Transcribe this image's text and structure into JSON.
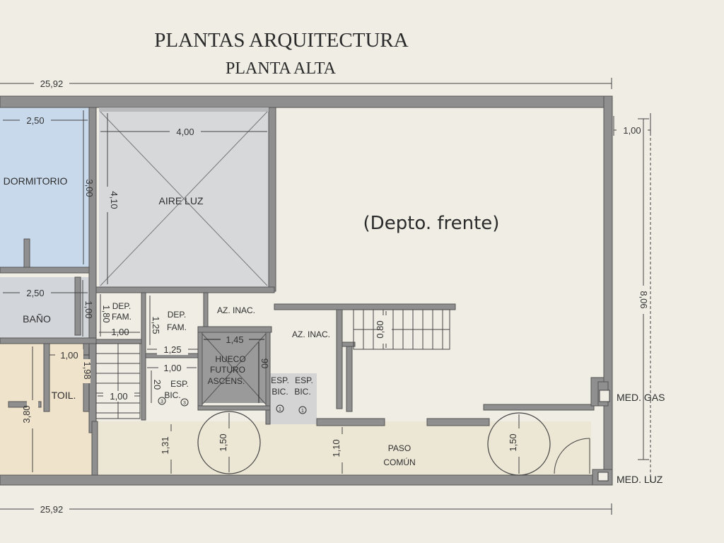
{
  "title": "PLANTAS ARQUITECTURA",
  "subtitle": "PLANTA ALTA",
  "dimensions": {
    "overall_top": "25,92",
    "overall_bottom": "25,92",
    "dorm_width": "2,50",
    "dorm_height": "3,00",
    "airluz_width": "4,00",
    "airluz_height": "4,10",
    "bano_width": "2,50",
    "bano_height": "1,00",
    "dep1_height": "1,80",
    "dep1_width": "1,00",
    "dep2_height": "1,25",
    "dep2_width": "1,25",
    "hueco_width": "1,45",
    "hueco_height": "90",
    "toil_width": "1,00",
    "toil_height": "1,98",
    "stair_width": "1,00",
    "esp_width": "1,00",
    "esp_height": "20",
    "left_height": "3,80",
    "corr_height": "1,31",
    "circle1": "1,50",
    "paso_height": "1,10",
    "circle2": "1,50",
    "stair2": "0,80",
    "right_width": "1,00",
    "right_height": "8,06"
  },
  "rooms": {
    "dormitorio": "DORMITORIO",
    "aire_luz": "AIRE   LUZ",
    "bano": "BAÑO",
    "dep1_line1": "DEP.",
    "dep1_line2": "FAM.",
    "dep2_line1": "DEP.",
    "dep2_line2": "FAM.",
    "az_inac_1": "AZ. INAC.",
    "az_inac_2": "AZ. INAC.",
    "hueco_line1": "HUECO",
    "hueco_line2": "FUTURO",
    "hueco_line3": "ASCENS.",
    "toil": "TOIL.",
    "esp_bic_1_line1": "ESP.",
    "esp_bic_1_line2": "BIC.",
    "esp_bic_2_line1": "ESP.",
    "esp_bic_2_line2": "BIC.",
    "esp_bic_3_line1": "ESP.",
    "esp_bic_3_line2": "BIC.",
    "paso_line1": "PASO",
    "paso_line2": "COMÚN",
    "med_gas": "MED. GAS",
    "med_luz": "MED. LUZ",
    "depto_frente": "(Depto. frente)"
  },
  "markers": {
    "m1": "3",
    "m2": "3",
    "m3": "1",
    "m4": "1"
  },
  "colors": {
    "paper": "#efede4",
    "wall": "#8f8f8f",
    "dormitorio": "#c9d9ec",
    "bano": "#d2d6da",
    "airluz": "#d6d8da",
    "hueco": "#9a9a9a",
    "toil": "#efe3cc",
    "corridor": "#ece6d4"
  }
}
